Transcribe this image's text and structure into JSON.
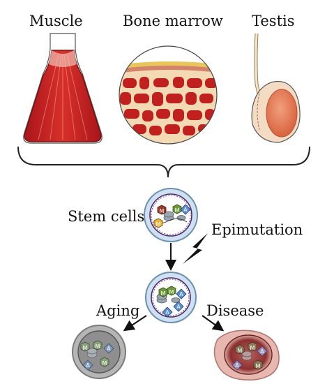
{
  "tissues": [
    {
      "label": "Muscle"
    },
    {
      "label": "Bone marrow"
    },
    {
      "label": "Testis"
    }
  ],
  "stem_cells_label": "Stem cells",
  "epimutation_label": "Epimutation",
  "aging_label": "Aging",
  "disease_label": "Disease",
  "marker_letters": {
    "methyl": "M",
    "acetyl": "A"
  },
  "colors": {
    "muscle": "#c8201e",
    "marrow_red": "#c0201e",
    "marrow_bg": "#f3d9b4",
    "testis": "#e37a55",
    "cell_ring": "#bcd6ea",
    "methyl_green": "#6e9a3a",
    "methyl_red": "#9b3b2c",
    "acetyl_blue": "#5b8fd1",
    "disease": "#c9847a",
    "aged": "#a8a8a8"
  }
}
